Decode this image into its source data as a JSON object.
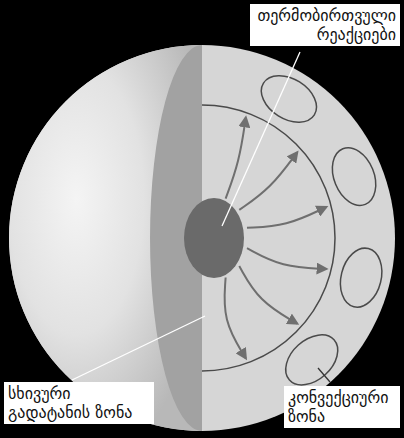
{
  "diagram": {
    "labels": [
      "თერმობირთვული რეაქციები",
      "სხივური გადატანის ზონა",
      "კონვექციური ზონა"
    ]
  }
}
